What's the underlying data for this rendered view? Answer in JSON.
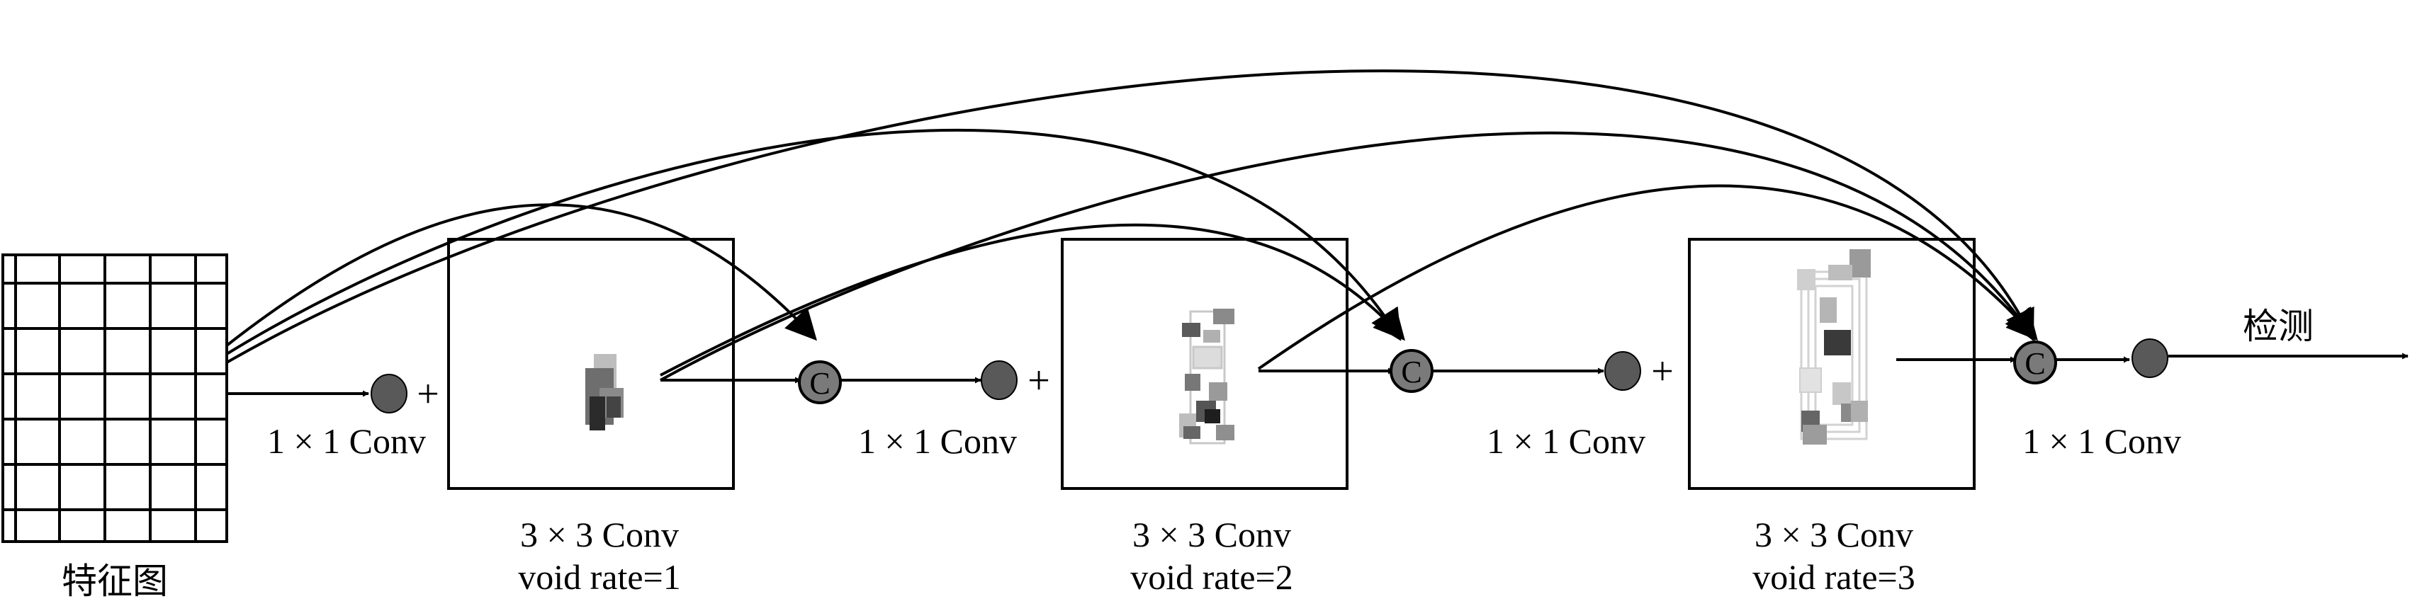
{
  "input": {
    "label": "特征图"
  },
  "output": {
    "label": "检测"
  },
  "plus_symbol": "+",
  "concat_symbol": "C",
  "stages": [
    {
      "conv1x1_label": "1 × 1 Conv",
      "dilated_title": "3 × 3 Conv",
      "void_rate": "void rate=1"
    },
    {
      "conv1x1_label": "1 × 1 Conv",
      "dilated_title": "3 × 3 Conv",
      "void_rate": "void rate=2"
    },
    {
      "conv1x1_label": "1 × 1 Conv",
      "dilated_title": "3 × 3 Conv",
      "void_rate": "void rate=3"
    }
  ],
  "final_conv_label": "1 × 1 Conv",
  "colors": {
    "line": "#000000",
    "node_fill": "#595959",
    "concat_fill": "#7a7a7a",
    "box_stroke": "#000000"
  }
}
